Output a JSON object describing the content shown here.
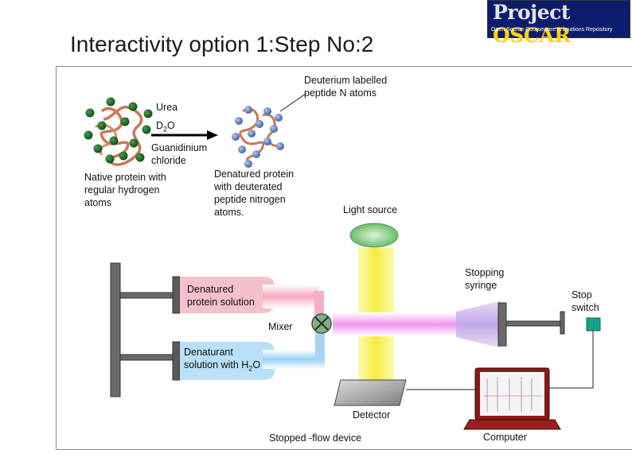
{
  "title": "Interactivity option 1:Step No:2",
  "logo": {
    "name_part1": "Project ",
    "name_part2": "OSCAR",
    "tagline": "Open Source Courseware Animations Repository"
  },
  "labels": {
    "deuterium": [
      "Deuterium labelled",
      "peptide N atoms"
    ],
    "urea": "Urea",
    "d2o": {
      "base": "D",
      "sub": "2",
      "rest": "O"
    },
    "guanidinium": [
      "Guanidinium",
      "chloride"
    ],
    "native_protein": [
      "Native protein with",
      "regular hydrogen",
      "atoms"
    ],
    "denatured_protein": [
      "Denatured protein",
      "with deuterated",
      "peptide nitrogen",
      "atoms."
    ],
    "light_source": "Light source",
    "stopping_syringe": [
      "Stopping",
      "syringe"
    ],
    "stop_switch": [
      "Stop",
      "switch"
    ],
    "denatured_solution": [
      "Denatured",
      "protein solution"
    ],
    "mixer": "Mixer",
    "denaturant_solution": [
      "Denaturant",
      "solution with H"
    ],
    "h2o_sub": "2",
    "h2o_rest": "O",
    "detector": "Detector",
    "device": "Stopped -flow device",
    "computer": "Computer"
  },
  "colors": {
    "protein_chain": "#cc7755",
    "native_atom": "#1e6b24",
    "deuterated_atom": "#5a7dbe",
    "arrow": "#000000",
    "light_source": "#8fd08f",
    "light_beam": "#f4f070",
    "pink_tube": "#f4b8c8",
    "blue_tube": "#a8d8f4",
    "magenta_flow": "#f0a0f0",
    "syringe": "#c8a8e8",
    "mixer": "#7a9a7a",
    "stop_switch": "#17a08a",
    "laptop_frame": "#7a1010",
    "syringe_block": "#6a6a6a"
  }
}
